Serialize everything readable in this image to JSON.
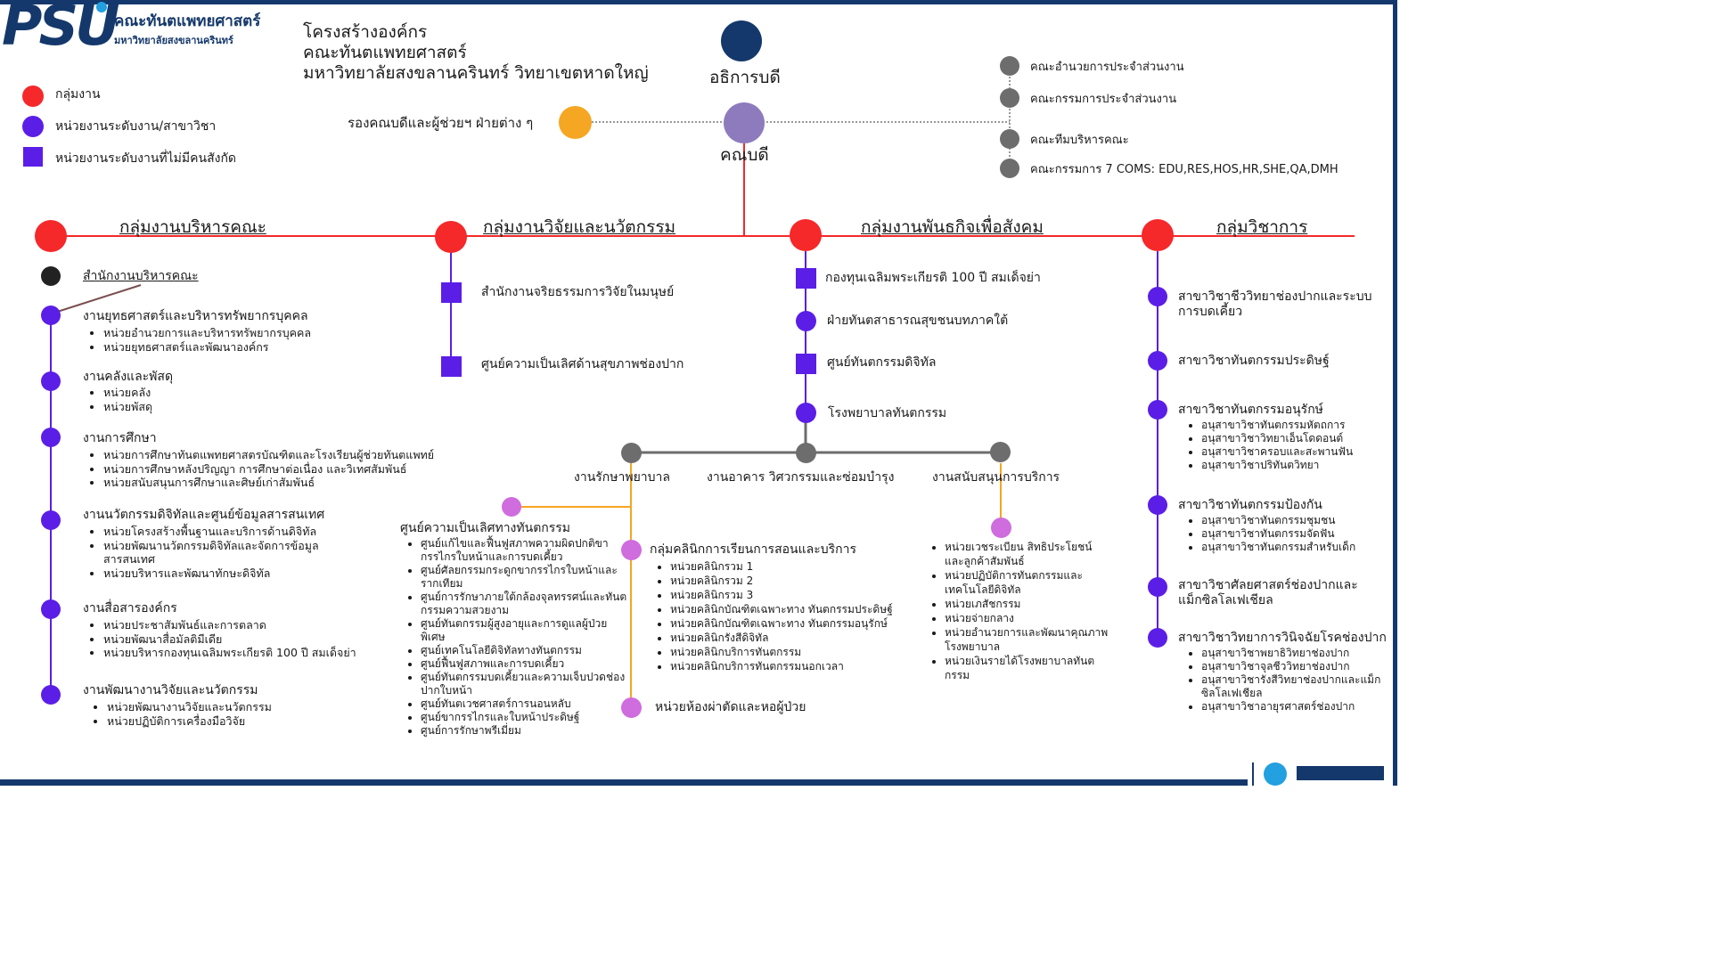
{
  "logo": {
    "mark": "PSU",
    "faculty": "คณะทันตแพทยศาสตร์",
    "university": "มหาวิทยาลัยสงขลานครินทร์"
  },
  "title": {
    "line1": "โครงสร้างองค์กร",
    "line2": "คณะทันตแพทยศาสตร์",
    "line3": "มหาวิทยาลัยสงขลานครินทร์ วิทยาเขตหาดใหญ่"
  },
  "legend": [
    {
      "shape": "circle",
      "color": "#f5282a",
      "label": "กลุ่มงาน"
    },
    {
      "shape": "circle",
      "color": "#5b1ee6",
      "label": "หน่วยงานระดับงาน/สาขาวิชา"
    },
    {
      "shape": "square",
      "color": "#5b1ee6",
      "label": "หน่วยงานระดับงานที่ไม่มีคนสังกัด"
    }
  ],
  "colors": {
    "navy": "#14386b",
    "red": "#f5282a",
    "purple": "#5b1ee6",
    "lavender": "#8e7bbd",
    "orange": "#f5a623",
    "grey": "#6d6d6d",
    "pink": "#cf6cde"
  },
  "top": {
    "rector": "อธิการบดี",
    "dean": "คณบดี",
    "vice": "รองคณบดีและผู้ช่วยฯ ฝ่ายต่าง ๆ"
  },
  "committees": [
    "คณะอำนวยการประจำส่วนงาน",
    "คณะกรรมการประจำส่วนงาน",
    "คณะทีมบริหารคณะ",
    "คณะกรรมการ 7 COMS: EDU,RES,HOS,HR,SHE,QA,DMH"
  ],
  "groups": [
    "กลุ่มงานบริหารคณะ",
    "กลุ่มงานวิจัยและนวัตกรรม",
    "กลุ่มงานพันธกิจเพื่อสังคม",
    "กลุ่มวิชาการ"
  ],
  "admin": {
    "office": "สำนักงานบริหารคณะ",
    "units": [
      {
        "name": "งานยุทธศาสตร์และบริหารทรัพยากรบุคคล",
        "items": [
          "หน่วยอำนวยการและบริหารทรัพยากรบุคคล",
          "หน่วยยุทธศาสตร์และพัฒนาองค์กร"
        ]
      },
      {
        "name": "งานคลังและพัสดุ",
        "items": [
          "หน่วยคลัง",
          "หน่วยพัสดุ"
        ]
      },
      {
        "name": "งานการศึกษา",
        "items": [
          "หน่วยการศึกษาทันตแพทยศาสตรบัณฑิตและโรงเรียนผู้ช่วยทันตแพทย์",
          "หน่วยการศึกษาหลังปริญญา การศึกษาต่อเนื่อง และวิเทศสัมพันธ์",
          "หน่วยสนับสนุนการศึกษาและศิษย์เก่าสัมพันธ์"
        ]
      },
      {
        "name": "งานนวัตกรรมดิจิทัลและศูนย์ข้อมูลสารสนเทศ",
        "items": [
          "หน่วยโครงสร้างพื้นฐานและบริการด้านดิจิทัล",
          "หน่วยพัฒนานวัตกรรมดิจิทัลและจัดการข้อมูลสารสนเทศ",
          "หน่วยบริหารและพัฒนาทักษะดิจิทัล"
        ]
      },
      {
        "name": "งานสื่อสารองค์กร",
        "items": [
          "หน่วยประชาสัมพันธ์และการตลาด",
          "หน่วยพัฒนาสื่อมัลติมีเดีย",
          "หน่วยบริหารกองทุนเฉลิมพระเกียรติ 100 ปี สมเด็จย่า"
        ]
      },
      {
        "name": "งานพัฒนางานวิจัยและนวัตกรรม",
        "items": [
          "หน่วยพัฒนางานวิจัยและนวัตกรรม",
          "หน่วยปฏิบัติการเครื่องมือวิจัย"
        ]
      }
    ]
  },
  "research": {
    "units": [
      "สำนักงานจริยธรรมการวิจัยในมนุษย์",
      "ศูนย์ความเป็นเลิศด้านสุขภาพช่องปาก"
    ]
  },
  "social": {
    "units": [
      "กองทุนเฉลิมพระเกียรติ 100 ปี สมเด็จย่า",
      "ฝ่ายทันตสาธารณสุขชนบทภาคใต้",
      "ศูนย์ทันตกรรมดิจิทัล",
      "โรงพยาบาลทันตกรรม"
    ]
  },
  "hospital": {
    "branches": [
      "งานรักษาพยาบาล",
      "งานอาคาร วิศวกรรมและซ่อมบำรุง",
      "งานสนับสนุนการบริการ"
    ],
    "excellence": {
      "name": "ศูนย์ความเป็นเลิศทางทันตกรรม",
      "items": [
        "ศูนย์แก้ไขและฟื้นฟูสภาพความผิดปกติขากรรไกรใบหน้าและการบดเคี้ยว",
        "ศูนย์ศัลยกรรมกระดูกขากรรไกรใบหน้าและรากเทียม",
        "ศูนย์การรักษาภายใต้กล้องจุลทรรศน์และทันตกรรมความสวยงาม",
        "ศูนย์ทันตกรรมผู้สูงอายุและการดูแลผู้ป่วยพิเศษ",
        "ศูนย์เทคโนโลยีดิจิทัลทางทันตกรรม",
        "ศูนย์ฟื้นฟูสภาพและการบดเคี้ยว",
        "ศูนย์ทันตกรรมบดเคี้ยวและความเจ็บปวดช่องปากใบหน้า",
        "ศูนย์ทันตเวชศาสตร์การนอนหลับ",
        "ศูนย์ขากรรไกรและใบหน้าประดิษฐ์",
        "ศูนย์การรักษาพรีเมี่ยม"
      ]
    },
    "clinic": {
      "name": "กลุ่มคลินิกการเรียนการสอนและบริการ",
      "items": [
        "หน่วยคลินิกรวม 1",
        "หน่วยคลินิกรวม 2",
        "หน่วยคลินิกรวม 3",
        "หน่วยคลินิกบัณฑิตเฉพาะทาง ทันตกรรมประดิษฐ์",
        "หน่วยคลินิกบัณฑิตเฉพาะทาง ทันตกรรมอนุรักษ์",
        "หน่วยคลินิกรังสีดิจิทัล",
        "หน่วยคลินิกบริการทันตกรรม",
        "หน่วยคลินิกบริการทันตกรรมนอกเวลา"
      ]
    },
    "surgery": "หน่วยห้องผ่าตัดและหอผู้ป่วย",
    "support": {
      "items": [
        "หน่วยเวชระเบียน สิทธิประโยชน์ และลูกค้าสัมพันธ์",
        "หน่วยปฏิบัติการทันตกรรมและเทคโนโลยีดิจิทัล",
        "หน่วยเภสัชกรรม",
        "หน่วยจ่ายกลาง",
        "หน่วยอำนวยการและพัฒนาคุณภาพโรงพยาบาล",
        "หน่วยเงินรายได้โรงพยาบาลทันตกรรม"
      ]
    }
  },
  "academic": {
    "units": [
      {
        "name": "สาขาวิชาชีววิทยาช่องปากและระบบการบดเคี้ยว",
        "items": []
      },
      {
        "name": "สาขาวิชาทันตกรรมประดิษฐ์",
        "items": []
      },
      {
        "name": "สาขาวิชาทันตกรรมอนุรักษ์",
        "items": [
          "อนุสาขาวิชาทันตกรรมหัตถการ",
          "อนุสาขาวิชาวิทยาเอ็นโดดอนต์",
          "อนุสาขาวิชาครอบและสะพานฟัน",
          "อนุสาขาวิชาปริทันตวิทยา"
        ]
      },
      {
        "name": "สาขาวิชาทันตกรรมป้องกัน",
        "items": [
          "อนุสาขาวิชาทันตกรรมชุมชน",
          "อนุสาขาวิชาทันตกรรมจัดฟัน",
          "อนุสาขาวิชาทันตกรรมสำหรับเด็ก"
        ]
      },
      {
        "name": "สาขาวิชาศัลยศาสตร์ช่องปากและแม็กซิลโลเฟเชียล",
        "items": []
      },
      {
        "name": "สาขาวิชาวิทยาการวินิจฉัยโรคช่องปาก",
        "items": [
          "อนุสาขาวิชาพยาธิวิทยาช่องปาก",
          "อนุสาขาวิชาจุลชีววิทยาช่องปาก",
          "อนุสาขาวิชารังสีวิทยาช่องปากและแม็กซิลโลเฟเชียล",
          "อนุสาขาวิชาอายุรศาสตร์ช่องปาก"
        ]
      }
    ]
  }
}
